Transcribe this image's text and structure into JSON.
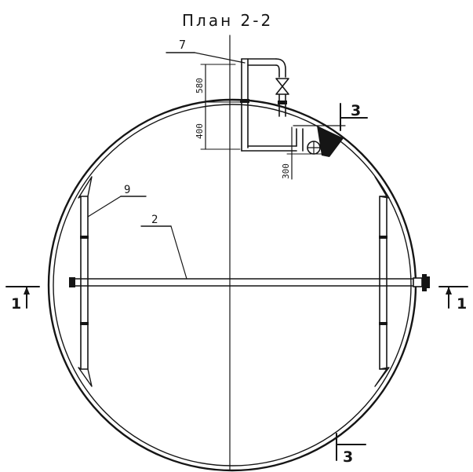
{
  "title": "План 2-2",
  "labels": {
    "item_7": "7",
    "item_9": "9",
    "item_2": "2"
  },
  "dimensions": {
    "upper": "580",
    "middle": "400",
    "side": "300"
  },
  "sections": {
    "left_1": "1",
    "right_1": "1",
    "top_3": "3",
    "bottom_3": "3"
  }
}
